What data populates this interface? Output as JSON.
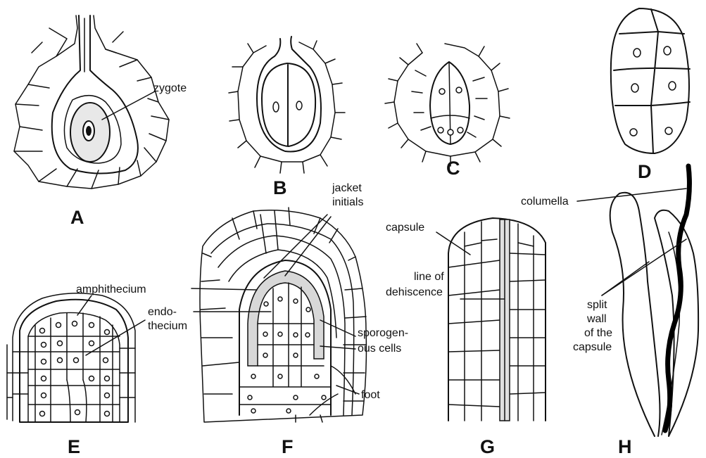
{
  "figure": {
    "panels": {
      "A": {
        "letter": "A",
        "labels": {
          "zygote": "zygote"
        }
      },
      "B": {
        "letter": "B"
      },
      "C": {
        "letter": "C"
      },
      "D": {
        "letter": "D"
      },
      "E": {
        "letter": "E",
        "labels": {
          "amphithecium": "amphithecium",
          "endo_1": "endo-",
          "endo_2": "thecium"
        }
      },
      "F": {
        "letter": "F",
        "labels": {
          "jacket_1": "jacket",
          "jacket_2": "initials",
          "sporo_1": "sporogen-",
          "sporo_2": "ous cells",
          "foot": "foot"
        }
      },
      "G": {
        "letter": "G",
        "labels": {
          "capsule": "capsule",
          "dehisc_1": "line of",
          "dehisc_2": "dehiscence"
        }
      },
      "H": {
        "letter": "H",
        "labels": {
          "columella": "columella",
          "split_1": "split",
          "split_2": "wall",
          "split_3": "of the",
          "split_4": "capsule"
        }
      }
    }
  }
}
